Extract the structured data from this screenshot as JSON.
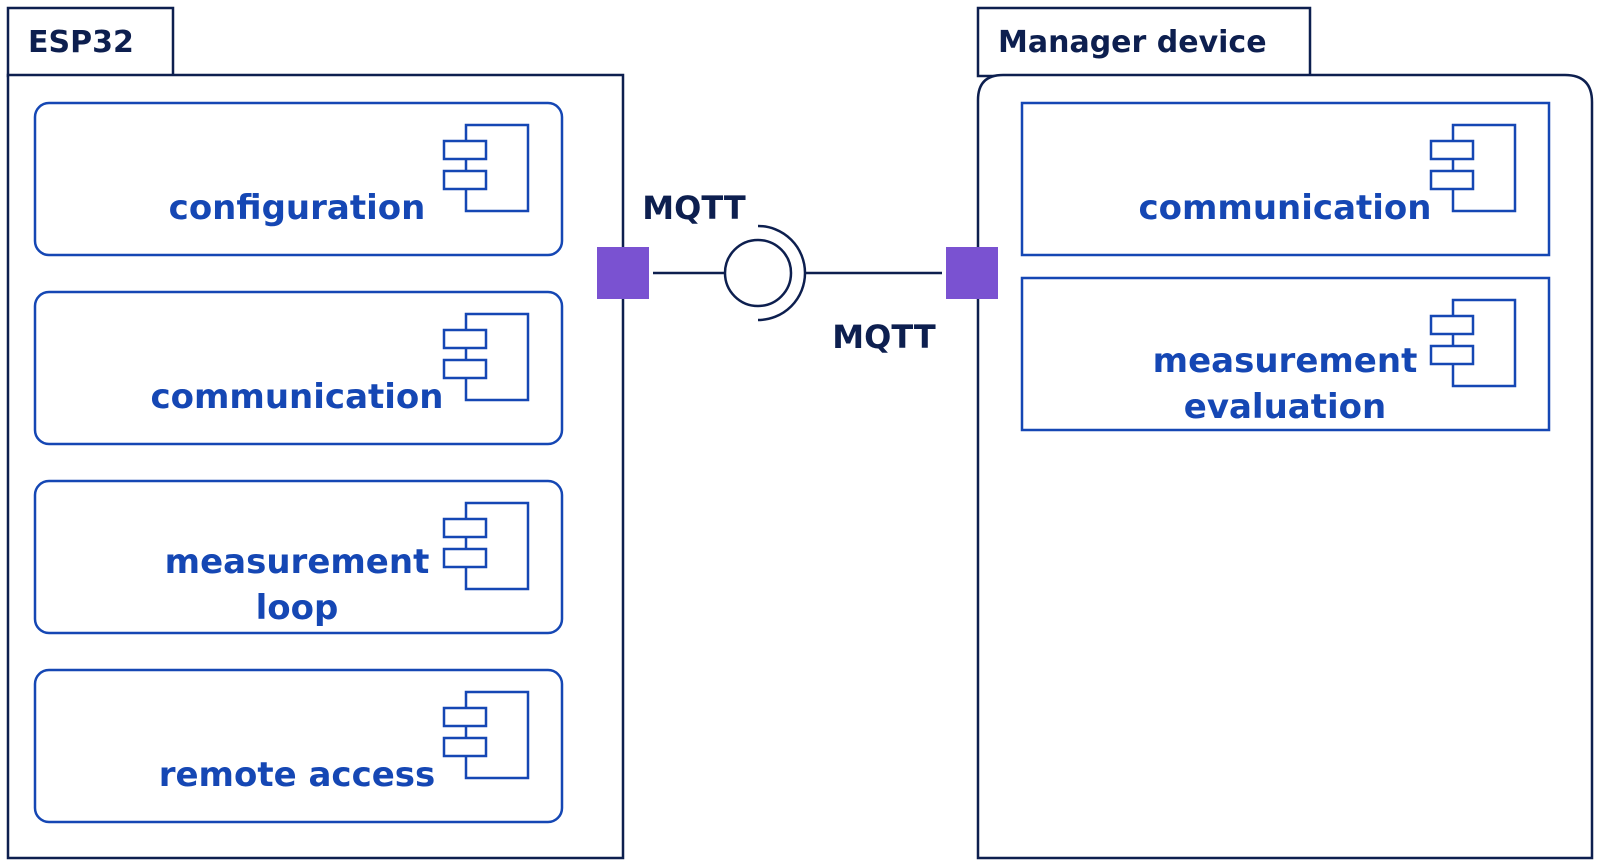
{
  "packages": {
    "esp32": {
      "title": "ESP32",
      "components": [
        {
          "lines": [
            "configuration"
          ]
        },
        {
          "lines": [
            "communication"
          ]
        },
        {
          "lines": [
            "measurement",
            "loop"
          ]
        },
        {
          "lines": [
            "remote access"
          ]
        }
      ]
    },
    "manager": {
      "title": "Manager device",
      "components": [
        {
          "lines": [
            "communication"
          ]
        },
        {
          "lines": [
            "measurement",
            "evaluation"
          ]
        }
      ]
    }
  },
  "connector": {
    "interface_label_top": "MQTT",
    "interface_label_bottom": "MQTT"
  },
  "colors": {
    "package_stroke": "#0d1f4f",
    "component_blue": "#1547b4",
    "port_purple": "#7a52d1"
  }
}
